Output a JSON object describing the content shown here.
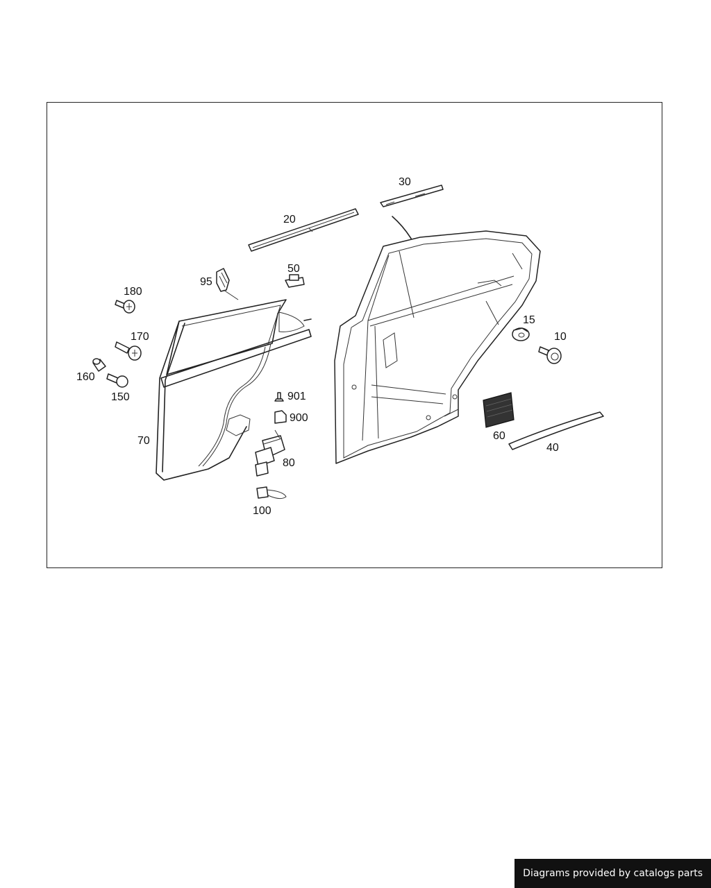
{
  "diagram": {
    "callouts": {
      "p10": "10",
      "p15": "15",
      "p20": "20",
      "p30": "30",
      "p40": "40",
      "p50": "50",
      "p60": "60",
      "p70": "70",
      "p80": "80",
      "p95": "95",
      "p100": "100",
      "p150": "150",
      "p160": "160",
      "p170": "170",
      "p180": "180",
      "p900": "900",
      "p901": "901"
    }
  },
  "footer": {
    "attribution": "Diagrams provided by catalogs parts"
  },
  "colors": {
    "background": "#ffffff",
    "line": "#222222",
    "footer_bg": "#111111",
    "footer_text": "#ffffff"
  }
}
